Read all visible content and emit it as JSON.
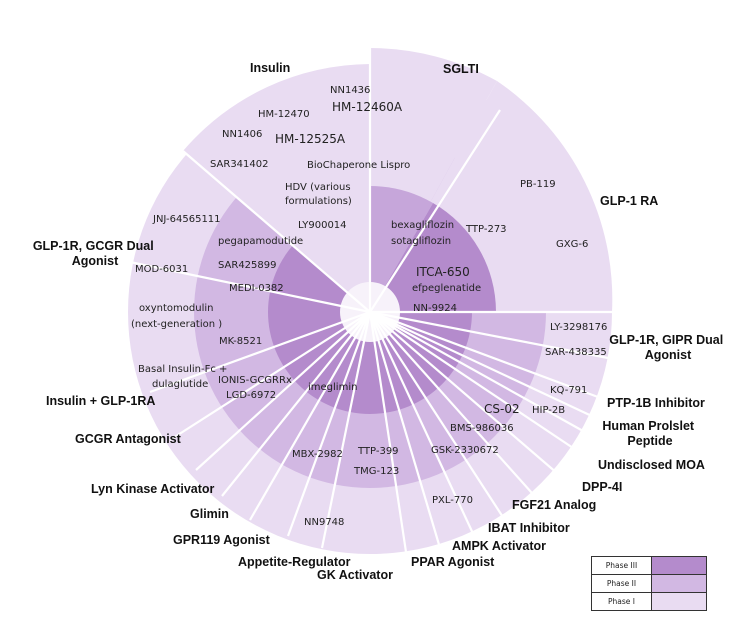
{
  "colors": {
    "phase_iii": "#B48BCC",
    "phase_ii": "#D2B8E3",
    "phase_i": "#E9DCF2",
    "center": "#F7F2FA",
    "divider": "#FFFFFF"
  },
  "legend": [
    {
      "label": "Phase III",
      "color": "#B48BCC"
    },
    {
      "label": "Phase II",
      "color": "#D2B8E3"
    },
    {
      "label": "Phase I",
      "color": "#E9DCF2"
    }
  ],
  "categories": [
    {
      "id": "insulin",
      "label": "Insulin"
    },
    {
      "id": "sglti",
      "label": "SGLTI"
    },
    {
      "id": "glp1ra",
      "label": "GLP-1 RA"
    },
    {
      "id": "glp1r_gcgr",
      "label": "GLP-1R, GCGR Dual Agonist",
      "lines": [
        "GLP-1R, GCGR Dual",
        "Agonist"
      ]
    },
    {
      "id": "glp1r_gipr",
      "label": "GLP-1R, GIPR Dual Agonist",
      "lines": [
        "GLP-1R, GIPR Dual",
        "Agonist"
      ]
    },
    {
      "id": "insulin_glp1ra",
      "label": "Insulin + GLP-1RA"
    },
    {
      "id": "ptp1b",
      "label": "PTP-1B Inhibitor"
    },
    {
      "id": "human_proislet",
      "label": "Human Prolslet Peptide",
      "lines": [
        "Human Prolslet",
        "Peptide"
      ]
    },
    {
      "id": "gcgr_antagonist",
      "label": "GCGR Antagonist"
    },
    {
      "id": "undisclosed",
      "label": "Undisclosed MOA"
    },
    {
      "id": "dpp4i",
      "label": "DPP-4I"
    },
    {
      "id": "lyn_kinase",
      "label": "Lyn Kinase Activator"
    },
    {
      "id": "fgf21",
      "label": "FGF21 Analog"
    },
    {
      "id": "glimin",
      "label": "Glimin"
    },
    {
      "id": "ibat",
      "label": "IBAT Inhibitor"
    },
    {
      "id": "gpr119",
      "label": "GPR119 Agonist"
    },
    {
      "id": "ampk",
      "label": "AMPK Activator"
    },
    {
      "id": "ppar",
      "label": "PPAR Agonist"
    },
    {
      "id": "appetite",
      "label": "Appetite-Regulator"
    },
    {
      "id": "gk",
      "label": "GK Activator"
    }
  ],
  "drugs": [
    {
      "name": "NN1436",
      "category": "insulin",
      "phase": "Phase I"
    },
    {
      "name": "HM-12460A",
      "category": "insulin",
      "phase": "Phase I"
    },
    {
      "name": "HM-12470",
      "category": "insulin",
      "phase": "Phase I"
    },
    {
      "name": "NN1406",
      "category": "insulin",
      "phase": "Phase I"
    },
    {
      "name": "HM-12525A",
      "category": "insulin",
      "phase": "Phase I"
    },
    {
      "name": "SAR341402",
      "category": "insulin",
      "phase": "Phase I"
    },
    {
      "name": "BioChaperone Lispro",
      "category": "insulin",
      "phase": "Phase II"
    },
    {
      "name": "HDV (various formulations)",
      "category": "insulin",
      "phase": "Phase II",
      "lines": [
        "HDV (various",
        "formulations)"
      ]
    },
    {
      "name": "LY900014",
      "category": "insulin",
      "phase": "Phase III"
    },
    {
      "name": "bexagliflozin",
      "category": "sglti",
      "phase": "Phase III"
    },
    {
      "name": "sotagliflozin",
      "category": "sglti",
      "phase": "Phase III"
    },
    {
      "name": "TTP-273",
      "category": "glp1ra",
      "phase": "Phase II"
    },
    {
      "name": "PB-119",
      "category": "glp1ra",
      "phase": "Phase I"
    },
    {
      "name": "GXG-6",
      "category": "glp1ra",
      "phase": "Phase I"
    },
    {
      "name": "ITCA-650",
      "category": "glp1ra",
      "phase": "Phase III"
    },
    {
      "name": "efpeglenatide",
      "category": "glp1ra",
      "phase": "Phase III"
    },
    {
      "name": "NN-9924",
      "category": "glp1ra",
      "phase": "Phase III"
    },
    {
      "name": "JNJ-64565111",
      "category": "glp1r_gcgr",
      "phase": "Phase I"
    },
    {
      "name": "pegapamodutide",
      "category": "glp1r_gcgr",
      "phase": "Phase II"
    },
    {
      "name": "MOD-6031",
      "category": "glp1r_gcgr",
      "phase": "Phase I"
    },
    {
      "name": "SAR425899",
      "category": "glp1r_gcgr",
      "phase": "Phase II"
    },
    {
      "name": "MEDI-0382",
      "category": "glp1r_gcgr",
      "phase": "Phase II"
    },
    {
      "name": "oxyntomodulin (next-generation )",
      "category": "glp1r_gcgr",
      "phase": "Phase I",
      "lines": [
        "oxyntomodulin",
        "(next-generation )"
      ]
    },
    {
      "name": "LY-3298176",
      "category": "glp1r_gipr",
      "phase": "Phase I"
    },
    {
      "name": "SAR-438335",
      "category": "glp1r_gipr",
      "phase": "Phase I"
    },
    {
      "name": "MK-8521",
      "category": "glp1r_gcgr",
      "phase": "Phase II"
    },
    {
      "name": "Basal Insulin-Fc + dulaglutide",
      "category": "insulin_glp1ra",
      "phase": "Phase I",
      "lines": [
        "Basal Insulin-Fc +",
        "dulaglutide"
      ]
    },
    {
      "name": "IONIS-GCGRRx",
      "category": "gcgr_antagonist",
      "phase": "Phase II"
    },
    {
      "name": "LGD-6972",
      "category": "gcgr_antagonist",
      "phase": "Phase II"
    },
    {
      "name": "imeglimin",
      "category": "glimin",
      "phase": "Phase III"
    },
    {
      "name": "KQ-791",
      "category": "ptp1b",
      "phase": "Phase I"
    },
    {
      "name": "HIP-2B",
      "category": "human_proislet",
      "phase": "Phase I"
    },
    {
      "name": "CS-02",
      "category": "undisclosed",
      "phase": "Phase II"
    },
    {
      "name": "BMS-986036",
      "category": "fgf21",
      "phase": "Phase II"
    },
    {
      "name": "GSK-2330672",
      "category": "ibat",
      "phase": "Phase II"
    },
    {
      "name": "MBX-2982",
      "category": "gpr119",
      "phase": "Phase II"
    },
    {
      "name": "TTP-399",
      "category": "gk",
      "phase": "Phase II"
    },
    {
      "name": "TMG-123",
      "category": "gk",
      "phase": "Phase II"
    },
    {
      "name": "PXL-770",
      "category": "ampk",
      "phase": "Phase I"
    },
    {
      "name": "NN9748",
      "category": "appetite",
      "phase": "Phase I"
    }
  ]
}
